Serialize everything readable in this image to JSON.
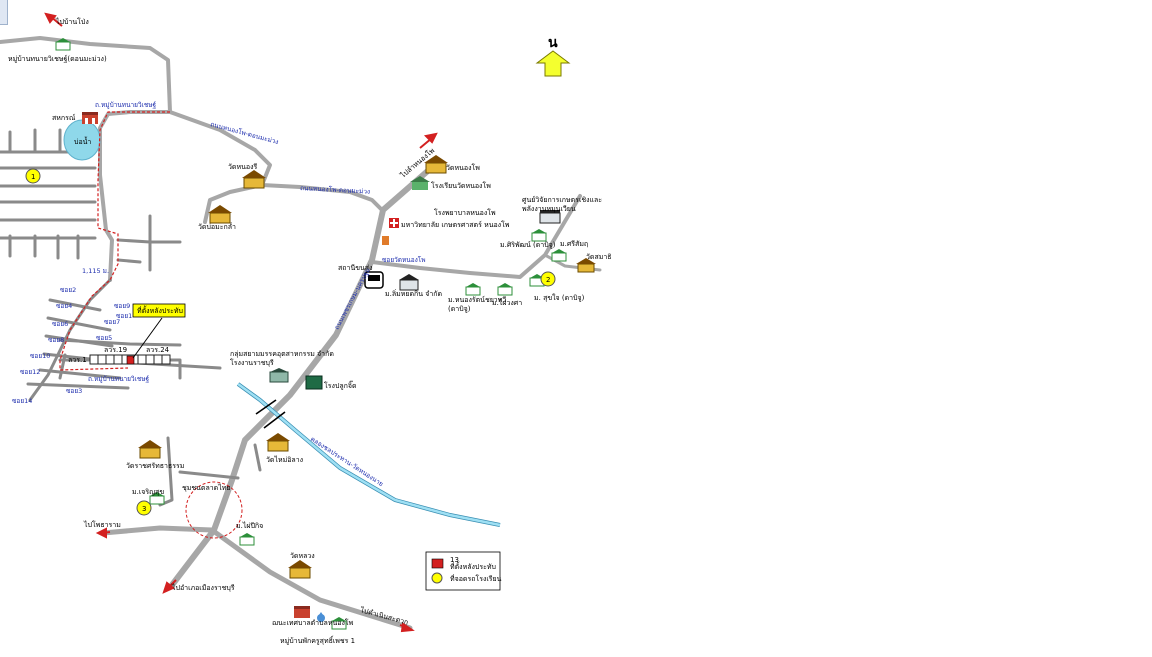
{
  "map": {
    "north_label": "น",
    "destinations": {
      "to_ban_pong": "ไปบ้านโป่ง",
      "to_nong_bua_ho": "ไปลำหนองโพ",
      "to_photharam": "ไปโพธาราม",
      "to_ratchaburi": "ไปอำเภอเมืองราชบุรี",
      "to_damnoen": "ไปดำเนินสะดวก"
    },
    "places": {
      "village_top": "หมู่บ้านทนายวิเชษฐ์(ดอนมะม่วง)",
      "cooperative": "สหกรณ์",
      "pond": "บ่อน้ำ",
      "wat_khao_ngu": "วัดหนองรี",
      "wat_bo_moklang": "วัดบ่อมะกล่ำ",
      "wat_nong_pho": "วัดหนองโพ",
      "nong_pho_school": "โรงเรียนวัดหนองโพ",
      "hospital": "โรงพยาบาลหนองโพ",
      "university": "มหาวิทยาลัย เกษตรศาสตร์ หนองโพ",
      "bus_station": "สถานีขนส่ง",
      "dairy_coop": "ม.ลิ่มหยดกิน จำกัด",
      "learning_center": "ศูนย์วิจัยการเกษตรเชิงและ\nพลังงานหมุนเวียน",
      "village_right_a": "ม.ศิริพัฒน์ (ดาบิจู)",
      "village_right_b": "ม.ศรีสัมฤ",
      "wat_samadi": "วัดสมาธิ",
      "village_sukjai": "ม. สุขใจ (ดาบิจู)",
      "village_nong_rat": "ม.หนองรัตน์ชยาทวี\n(ดาบิจู)",
      "village_wongsa": "ม.ไผ่วงศา",
      "sugar_group": "กลุ่มสยามมรรคอุตสาหกรรม จำกัด\nโรงงานราชบุรี",
      "paper_factory": "โรงปลูกจิ๊ด",
      "wat_mai_pong": "วัดไหม่อิลาง",
      "wat_ratcha": "วัดราชศรัทธาธรรม",
      "village_charoen": "ม.เจริญสุข",
      "market_circle": "ชุมชนตลาดไทย",
      "village_mai_in": "ม.ไผ่ปีกิจ",
      "wat_luang": "วัดหลวง",
      "district_office": "ฌนะเทศบาลตำบลหนองโพ",
      "village_bottom": "หมู่บ้านพักครูสุทธิ์เพชร 1"
    },
    "roads": {
      "lane_top": "ถ.หมู่บ้านทนายวิเชษฐ์",
      "road_nong_pho_a": "ถนนหนองโพ-ดอนมะม่วง",
      "road_nong_pho_b": "ถนนหนองโพ-ดอนมะม่วง",
      "road_main": "ถนนเพชรเกษม-นครปฐม",
      "road_soi_tai": "ซอยวัดหนองโพ",
      "lane_bottom": "ถ.หมู่บ้านทนายวิเชษฐ์",
      "canal": "คลองชลประทาน-วัดหนองนาย",
      "dist_marker": "1,115 ม.",
      "soi_labels": [
        "ซอย2",
        "ซอย4",
        "ซอย6",
        "ซอย8",
        "ซอย10",
        "ซอย12",
        "ซอย14",
        "ซอย9",
        "ซอย7",
        "ซอย5",
        "ซอย3",
        "ซอย1"
      ],
      "lot_a": "ลวร.19",
      "lot_b": "ลวร.24",
      "lot_c": "ลวร.1"
    },
    "callout": "ที่ตั้งหลังประทับ",
    "markers": {
      "m1": "1",
      "m2": "2",
      "m3": "3"
    },
    "legend": {
      "red_num": "13",
      "red_label": "ที่ตั้งหลังประทับ",
      "yellow_label": "ที่จอดรถโรงเรียน"
    }
  },
  "colors": {
    "road": "#a7a7a7",
    "road_thin": "#8a8a8a",
    "canal": "#7fd2ee",
    "route": "#d32020",
    "marker": "#ffff00",
    "north_arrow": "#f4ff2f",
    "callout": "#ffff00"
  }
}
